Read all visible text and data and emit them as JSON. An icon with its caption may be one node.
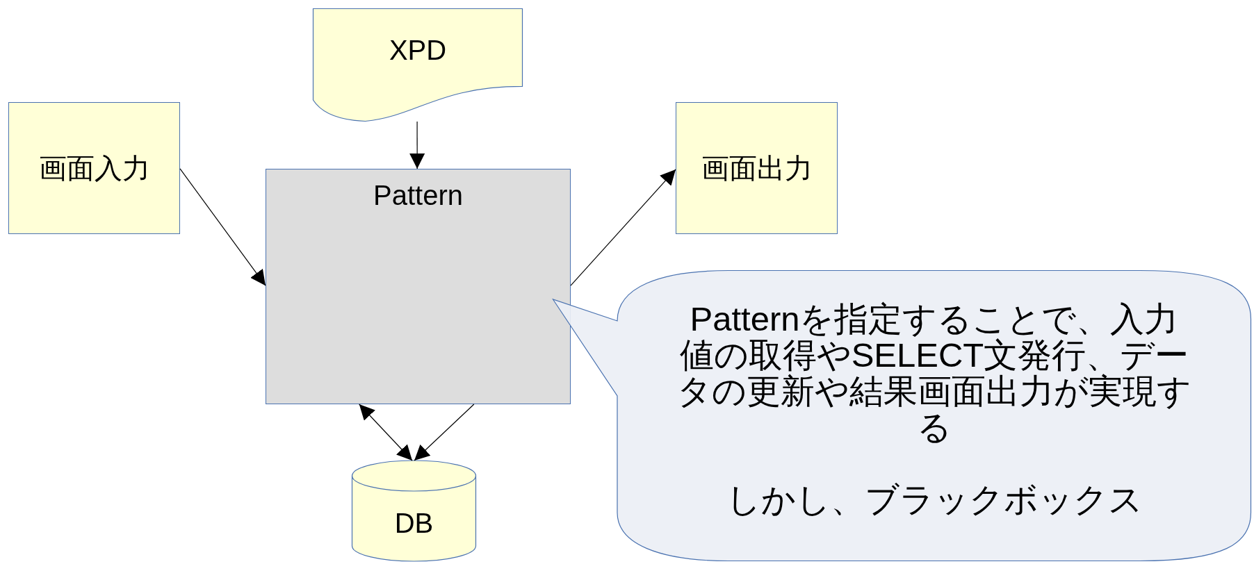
{
  "diagram": {
    "nodes": [
      {
        "text": [
          "XPD"
        ]
      },
      {
        "text": [
          "画面入力"
        ]
      },
      {
        "text": [
          "Pattern"
        ]
      },
      {
        "text": [
          "画面出力"
        ]
      },
      {
        "text": [
          "DB"
        ]
      },
      {
        "text": [
          "Patternを指定することで、入力値の取得やSELECT文発行、データの更新や結果画面出力が実現する",
          "しかし、ブラックボックス"
        ]
      }
    ],
    "edges": [
      {
        "from": 1,
        "to": 2,
        "arrow": "to"
      },
      {
        "from": 0,
        "to": 2,
        "arrow": "to"
      },
      {
        "from": 2,
        "to": 3,
        "arrow": "to"
      },
      {
        "from": 2,
        "to": 4,
        "arrow": "both"
      },
      {
        "from": 2,
        "to": 4,
        "arrow": "to"
      }
    ]
  }
}
